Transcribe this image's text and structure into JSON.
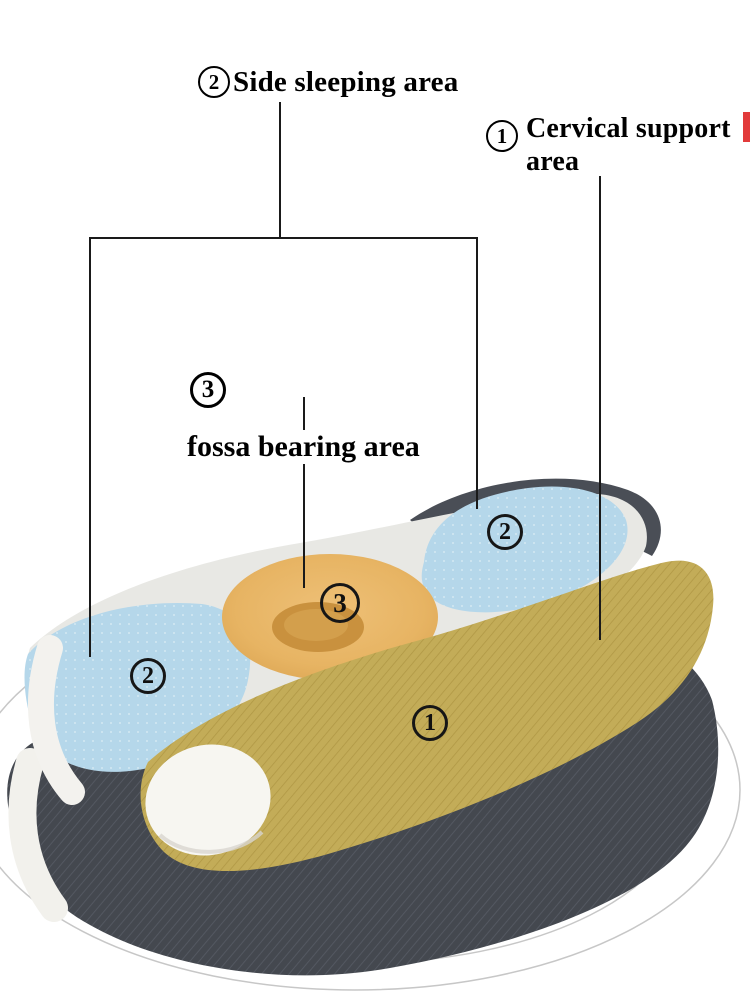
{
  "page": {
    "background": "#ffffff",
    "type": "annotated-product-diagram",
    "subject": "ergonomic cervical pillow zones"
  },
  "labels": {
    "side": {
      "num": "2",
      "text": "Side sleeping area"
    },
    "cervical": {
      "num": "1",
      "text": "Cervical support area"
    },
    "fossa": {
      "num": "3",
      "text": "fossa bearing area"
    }
  },
  "markers": {
    "side_right": "2",
    "fossa": "3",
    "side_left": "2",
    "cervical": "1"
  },
  "colors": {
    "zone_side_sleeping": "#b5d7ea",
    "zone_fossa": "#e7b463",
    "zone_cervical": "#c3ac58",
    "pillow_dark": "#44484f",
    "deck_white": "#e8e8e4",
    "leader_line": "#1a1a1a",
    "ripple_ring": "#c7c7c7",
    "red_edge_mark": "#e23b3b"
  }
}
